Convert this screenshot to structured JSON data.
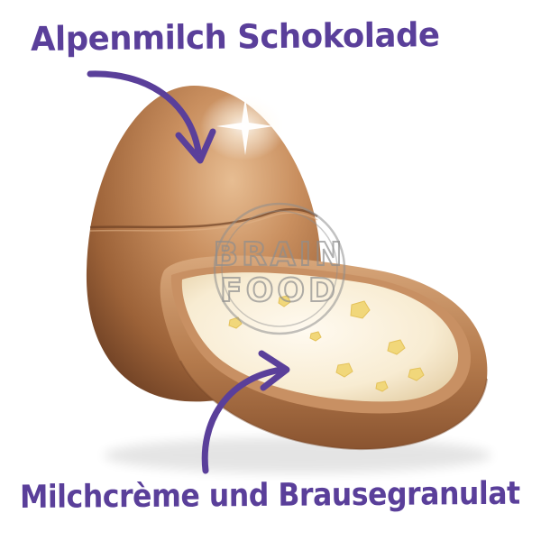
{
  "captions": {
    "top": "Alpenmilch Schokolade",
    "bottom": "Milchcrème und Brausegranulat"
  },
  "watermark": {
    "line1": "BRAIN",
    "line2": "FOOD"
  },
  "colors": {
    "caption": "#5a3f9a",
    "arrow": "#5a3f9a",
    "chocolate_light": "#d6a47a",
    "chocolate_mid": "#b67a4e",
    "chocolate_dark": "#7a4a2a",
    "cream": "#fbf2d8",
    "granules": "#f1d77a",
    "watermark": "#8e8e8e"
  },
  "icons": {
    "arrow_top": "curved-arrow-down-right-icon",
    "arrow_bottom": "curved-arrow-up-right-icon"
  }
}
